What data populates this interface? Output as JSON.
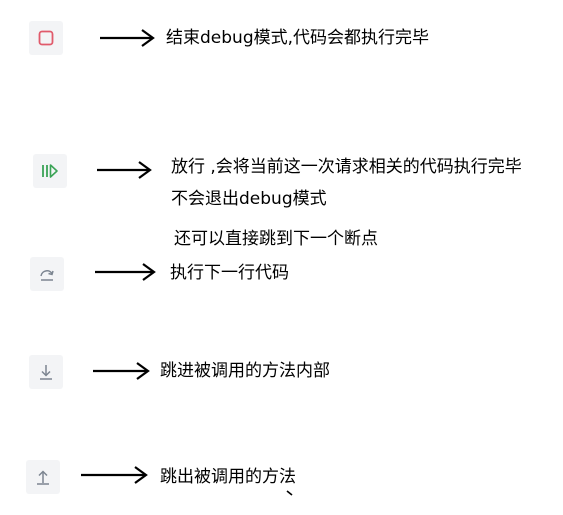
{
  "colors": {
    "icon_box_bg": "#f3f4f6",
    "stop_red": "#e05a6b",
    "resume_green": "#3aa356",
    "step_gray": "#7c8591",
    "arrow": "#000000"
  },
  "rows": [
    {
      "icon": "stop-icon",
      "lines": [
        "结束debug模式,代码会都执行完毕"
      ]
    },
    {
      "icon": "resume-icon",
      "lines": [
        "放行 ,会将当前这一次请求相关的代码执行完毕",
        "不会退出debug模式",
        "还可以直接跳到下一个断点"
      ]
    },
    {
      "icon": "step-over-icon",
      "lines": [
        "执行下一行代码"
      ]
    },
    {
      "icon": "step-into-icon",
      "lines": [
        "跳进被调用的方法内部"
      ]
    },
    {
      "icon": "step-out-icon",
      "lines": [
        "跳出被调用的方法"
      ]
    }
  ]
}
